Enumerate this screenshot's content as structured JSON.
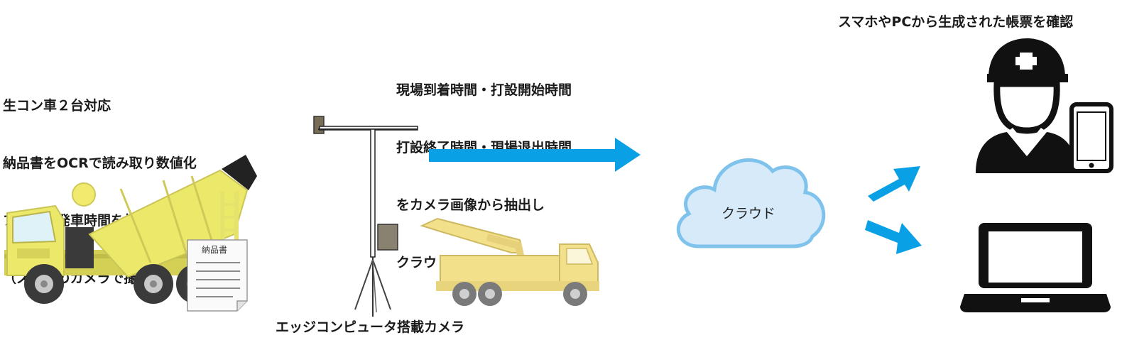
{
  "mixer_text": [
    "生コン車２台対応",
    "納品書をOCRで読み取り数値化",
    "プラント発車時間を抽出",
    "（スマホのカメラで撮影）"
  ],
  "camera_text": [
    "現場到着時間・打設開始時間",
    "打設終了時間・現場退出時間",
    "をカメラ画像から抽出し",
    "クラウドへアップロード"
  ],
  "camera_caption": "エッジコンピュータ搭載カメラ",
  "cloud_label": "クラウド",
  "devices_text": "スマホやPCから生成された帳票を確認",
  "document_label": "納品書",
  "icons": [
    "mixer-truck-icon",
    "delivery-slip-icon",
    "edge-camera-tower-icon",
    "pump-truck-icon",
    "cloud-icon",
    "worker-icon",
    "smartphone-icon",
    "laptop-icon"
  ],
  "colors": {
    "arrow": "#0aa0e6",
    "cloud_fill": "#d6eafa",
    "cloud_stroke": "#7fc3ec",
    "truck_yellow": "#ece86a",
    "pump_yellow": "#f3e08a"
  }
}
